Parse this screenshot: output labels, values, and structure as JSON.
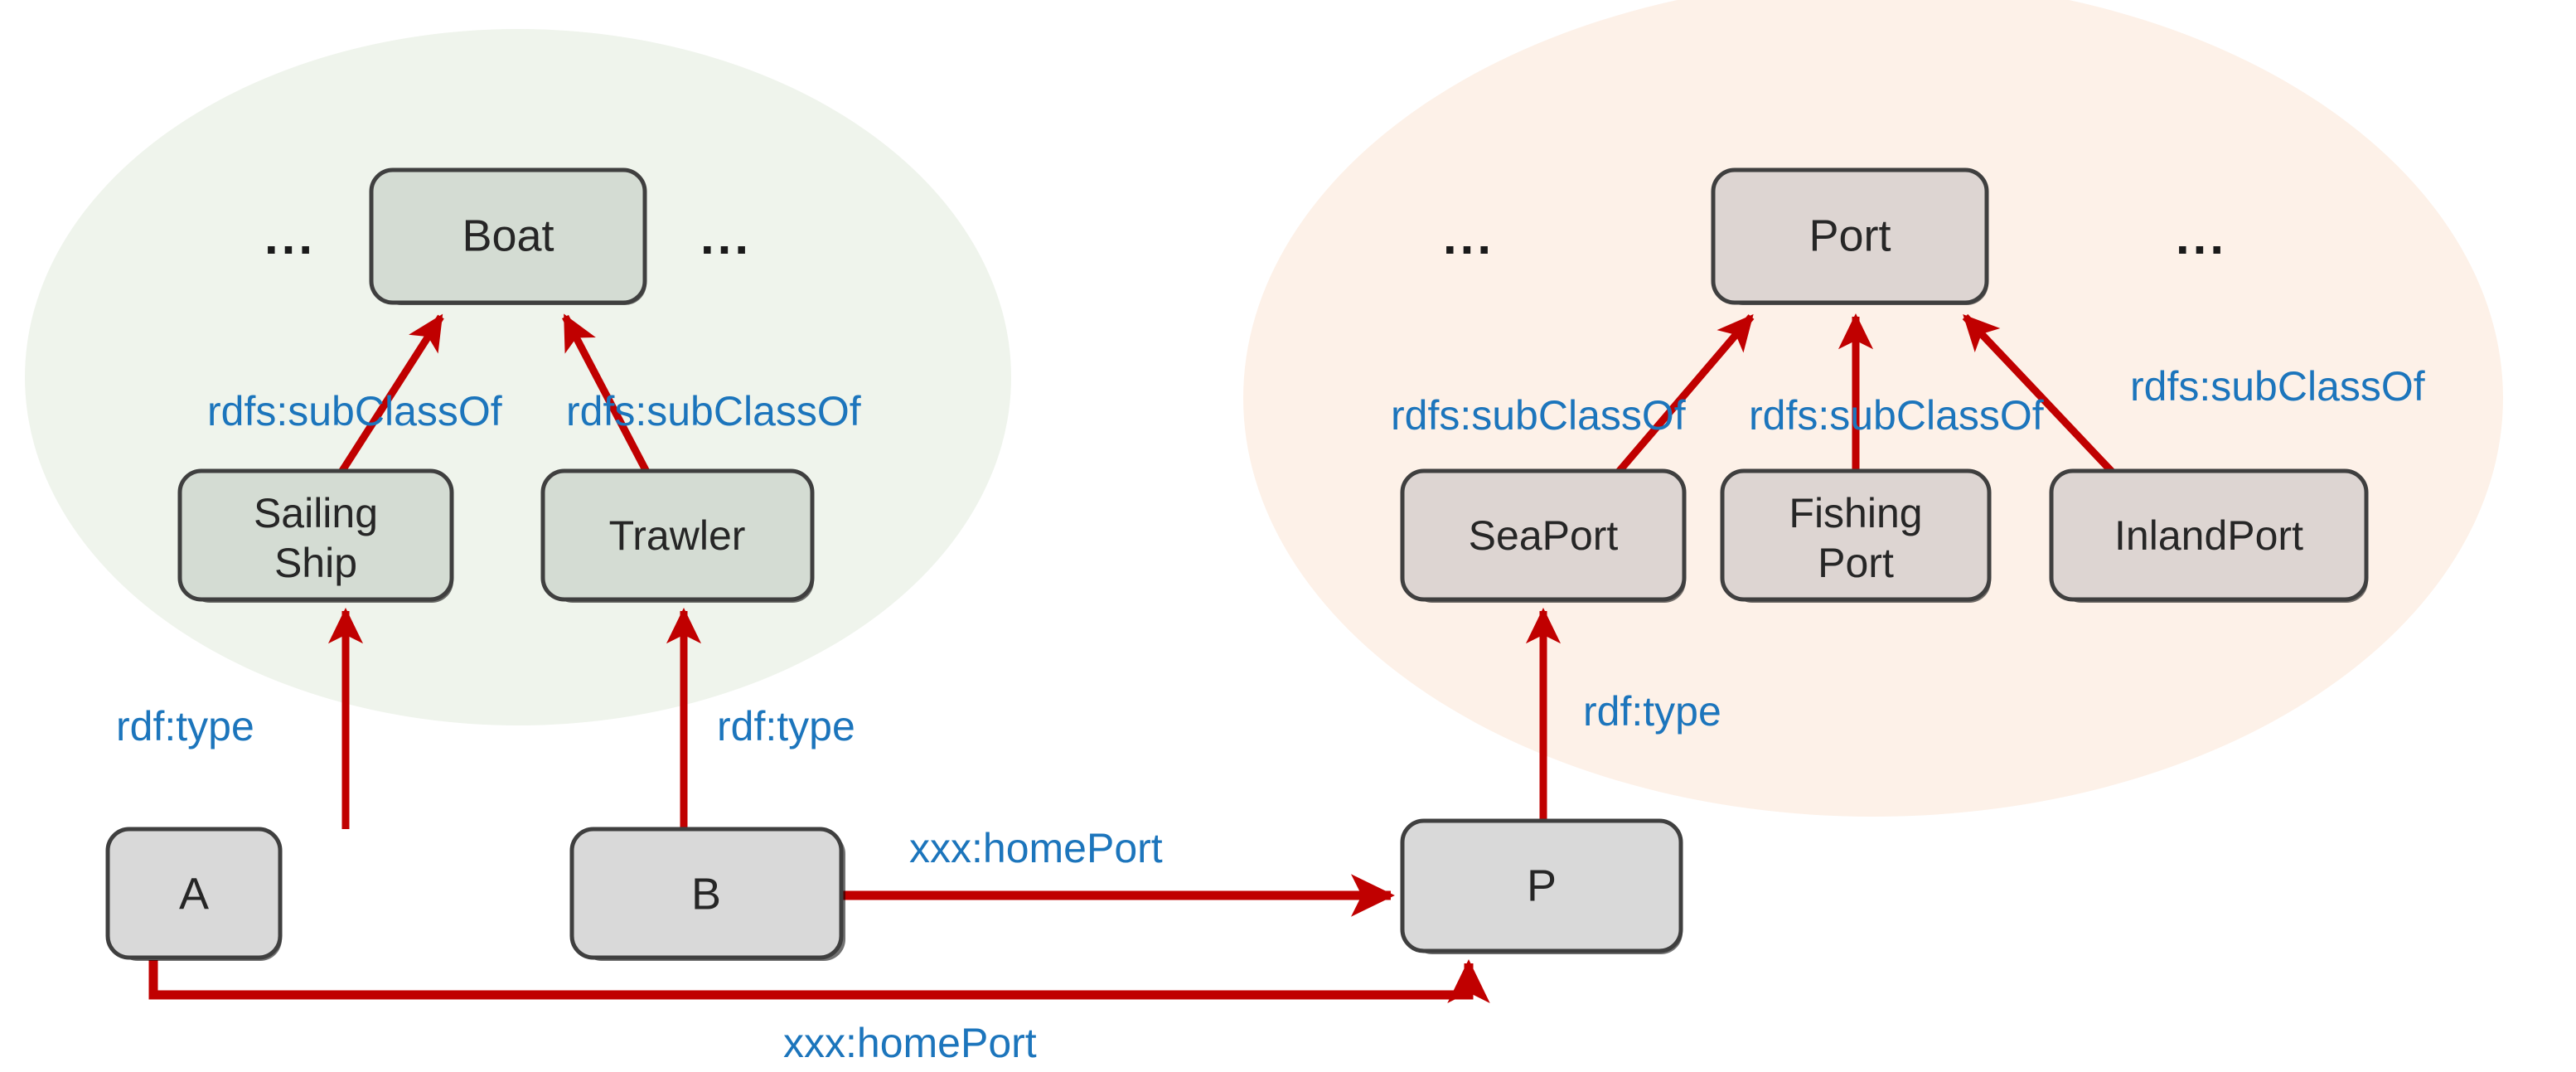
{
  "diagram": {
    "title": "RDF class hierarchy and instance typing diagram",
    "colors": {
      "edge_red": "#c00000",
      "label_blue": "#1c75bc",
      "group_boat_fill": "#eef3ec",
      "group_port_fill": "#fdf1e9",
      "class_boat_fill": "#d4dcd3",
      "class_port_fill": "#ddd5d2",
      "instance_fill": "#d9d9d9",
      "node_stroke": "#404040",
      "node_text": "#262626"
    },
    "groups": [
      {
        "id": "boat-group",
        "name": "boat-class-group",
        "fill": "#eef3ec"
      },
      {
        "id": "port-group",
        "name": "port-class-group",
        "fill": "#fdf1e9"
      }
    ],
    "nodes": {
      "boat": {
        "label": "Boat"
      },
      "sailing_ship": {
        "label_line1": "Sailing",
        "label_line2": "Ship"
      },
      "trawler": {
        "label": "Trawler"
      },
      "port": {
        "label": "Port"
      },
      "seaport": {
        "label": "SeaPort"
      },
      "fishing_port": {
        "label_line1": "Fishing",
        "label_line2": "Port"
      },
      "inland_port": {
        "label": "InlandPort"
      },
      "instance_a": {
        "label": "A"
      },
      "instance_b": {
        "label": "B"
      },
      "instance_p": {
        "label": "P"
      }
    },
    "ellipses_markers": {
      "boat_left": "...",
      "boat_right": "...",
      "port_left": "...",
      "port_right": "..."
    },
    "edge_labels": {
      "subclassof_boat_left": "rdfs:subClassOf",
      "subclassof_boat_right": "rdfs:subClassOf",
      "subclassof_port_left": "rdfs:subClassOf",
      "subclassof_port_mid": "rdfs:subClassOf",
      "subclassof_port_right": "rdfs:subClassOf",
      "rdftype_a": "rdf:type",
      "rdftype_b": "rdf:type",
      "rdftype_p": "rdf:type",
      "homeport_b": "xxx:homePort",
      "homeport_a": "xxx:homePort"
    },
    "edges": [
      {
        "from": "sailing_ship",
        "to": "boat",
        "predicate": "rdfs:subClassOf"
      },
      {
        "from": "trawler",
        "to": "boat",
        "predicate": "rdfs:subClassOf"
      },
      {
        "from": "seaport",
        "to": "port",
        "predicate": "rdfs:subClassOf"
      },
      {
        "from": "fishing_port",
        "to": "port",
        "predicate": "rdfs:subClassOf"
      },
      {
        "from": "inland_port",
        "to": "port",
        "predicate": "rdfs:subClassOf"
      },
      {
        "from": "instance_a",
        "to": "sailing_ship",
        "predicate": "rdf:type"
      },
      {
        "from": "instance_b",
        "to": "trawler",
        "predicate": "rdf:type"
      },
      {
        "from": "instance_p",
        "to": "seaport",
        "predicate": "rdf:type"
      },
      {
        "from": "instance_b",
        "to": "instance_p",
        "predicate": "xxx:homePort"
      },
      {
        "from": "instance_a",
        "to": "instance_p",
        "predicate": "xxx:homePort"
      }
    ]
  }
}
